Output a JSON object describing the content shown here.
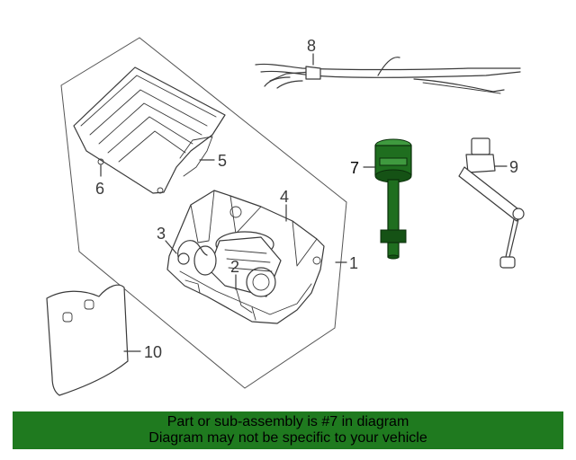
{
  "diagram": {
    "callouts": {
      "c1": "1",
      "c2": "2",
      "c3": "3",
      "c4": "4",
      "c5": "5",
      "c6": "6",
      "c7": "7",
      "c8": "8",
      "c9": "9",
      "c10": "10"
    },
    "highlighted_part": "7",
    "highlight_color": "#1f7a1f"
  },
  "footer": {
    "line1": "Part or sub-assembly is #7 in diagram",
    "line2": "Diagram may not be specific to your vehicle"
  }
}
